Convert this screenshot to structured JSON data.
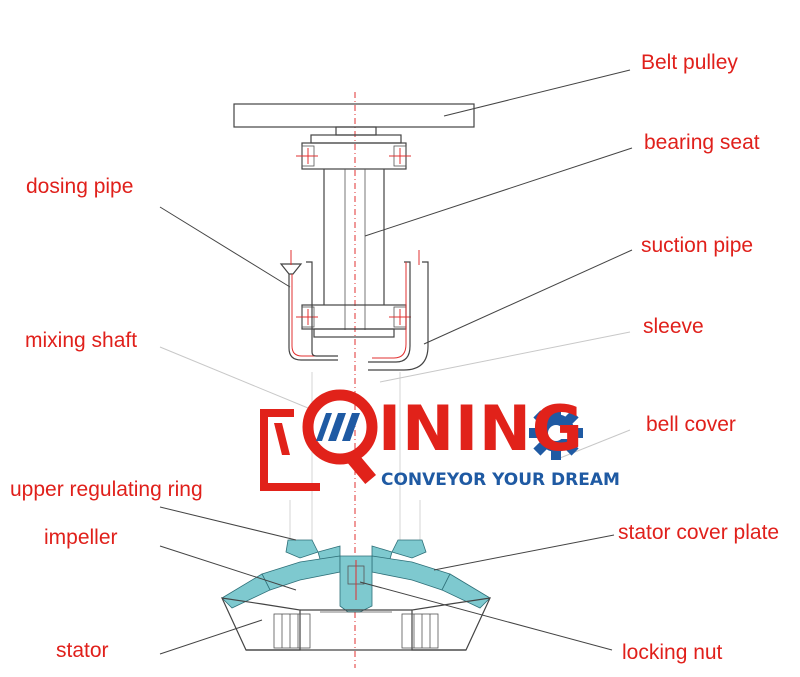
{
  "labels": {
    "belt_pulley": "Belt pulley",
    "bearing_seat": "bearing seat",
    "dosing_pipe": "dosing pipe",
    "suction_pipe": "suction pipe",
    "mixing_shaft": "mixing shaft",
    "sleeve": "sleeve",
    "bell_cover": "bell cover",
    "upper_regulating_ring": "upper regulating ring",
    "impeller": "impeller",
    "stator_cover_plate": "stator cover plate",
    "stator": "stator",
    "locking_nut": "locking nut"
  },
  "logo": {
    "wordmark": "INING",
    "tagline": "CONVEYOR YOUR DREAM"
  },
  "colors": {
    "label": "#e0201b",
    "logo_red": "#e1221a",
    "logo_blue": "#1f5aa3",
    "teal_parts": "#7ec9cf",
    "centerline": "#e23030"
  },
  "icons": [
    "gear-icon"
  ]
}
